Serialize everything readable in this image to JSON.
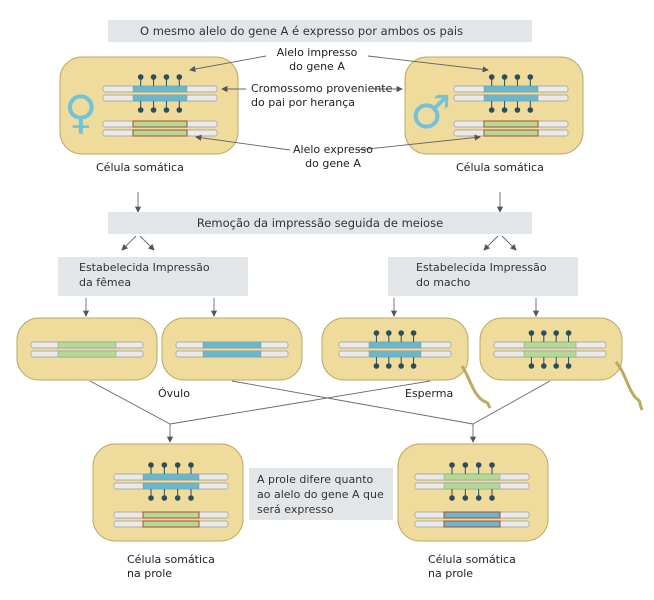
{
  "header": {
    "title": "O mesmo alelo do gene A é expresso por ambos os pais"
  },
  "callouts": {
    "imprinted_allele": [
      "Alelo impresso",
      "do gene A"
    ],
    "paternal_chromosome": [
      "Cromossomo proveniente",
      "do pai por herança"
    ],
    "expressed_allele": [
      "Alelo expresso",
      "do gene A"
    ]
  },
  "cells": {
    "somatic_left": "Célula somática",
    "somatic_right": "Célula somática",
    "offspring_left": [
      "Célula somática",
      "na prole"
    ],
    "offspring_right": [
      "Célula somática",
      "na prole"
    ]
  },
  "step_banner": "Remoção da impressão seguida de meiose",
  "female_box": [
    "Estabelecida Impressão",
    "da fêmea"
  ],
  "male_box": [
    "Estabelecida Impressão",
    "do macho"
  ],
  "gametes": {
    "egg": "Óvulo",
    "sperm": "Esperma"
  },
  "offspring_note": [
    "A prole difere quanto",
    "ao alelo do gene A que",
    "será expresso"
  ],
  "symbols": {
    "female": "♀",
    "male": "♂"
  },
  "colors": {
    "cell_fill": "#efdb9c",
    "cell_stroke": "#bda95f",
    "teal_allele": "#6ab7cc",
    "green_allele": "#b3d994",
    "outline_red": "#b04a3a",
    "methyl_knob": "#2c4e5a",
    "chromosome": "#eaeaea",
    "banner": "#e2e6e8",
    "sex_symbol": "#72c3d8"
  },
  "icons": [
    "female-symbol-icon",
    "male-symbol-icon",
    "methylation-knob-icon",
    "sperm-tail-icon"
  ]
}
